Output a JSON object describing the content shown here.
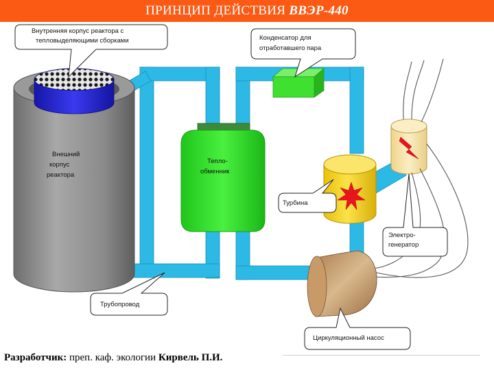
{
  "header": {
    "title_prefix": "ПРИНЦИП ДЕЙСТВИЯ ",
    "title_model": "ВВЭР-440",
    "background_color": "#fb5a15",
    "text_color": "#ffffff"
  },
  "diagram": {
    "callouts": {
      "inner_core": [
        "Внутренняя корпус реактора с",
        "тепловыделяющими сборками"
      ],
      "condenser": [
        "Конденсатор для",
        "отработавшего пара"
      ],
      "pipeline": [
        "Трубопровод"
      ],
      "circ_pump": [
        "Циркуляционный насос"
      ],
      "generator": [
        "Электро-",
        "генератор"
      ],
      "turbine": [
        "Турбина"
      ]
    },
    "labels": {
      "outer_vessel": [
        "Внешний",
        "корпус",
        "реактора"
      ],
      "heat_exchanger": [
        "Тепло-",
        "обменник"
      ]
    },
    "colors": {
      "pipe": "#2cb9e6",
      "pipe_edge": "#1a8fb4",
      "heat_exchanger": "#2fe02b",
      "condenser": "#3fe030",
      "turbine": "#f3d31a",
      "generator": "#f7e3a4",
      "reactor_vessel": "#8f8f8f",
      "core_ring": "#2a2ad0",
      "pump": "#c9a67a",
      "spark": "#e8151b"
    }
  },
  "footer": {
    "developer_label": "Разработчик:",
    "position": " преп. каф. экологии ",
    "author": "Кирвель П.И."
  }
}
